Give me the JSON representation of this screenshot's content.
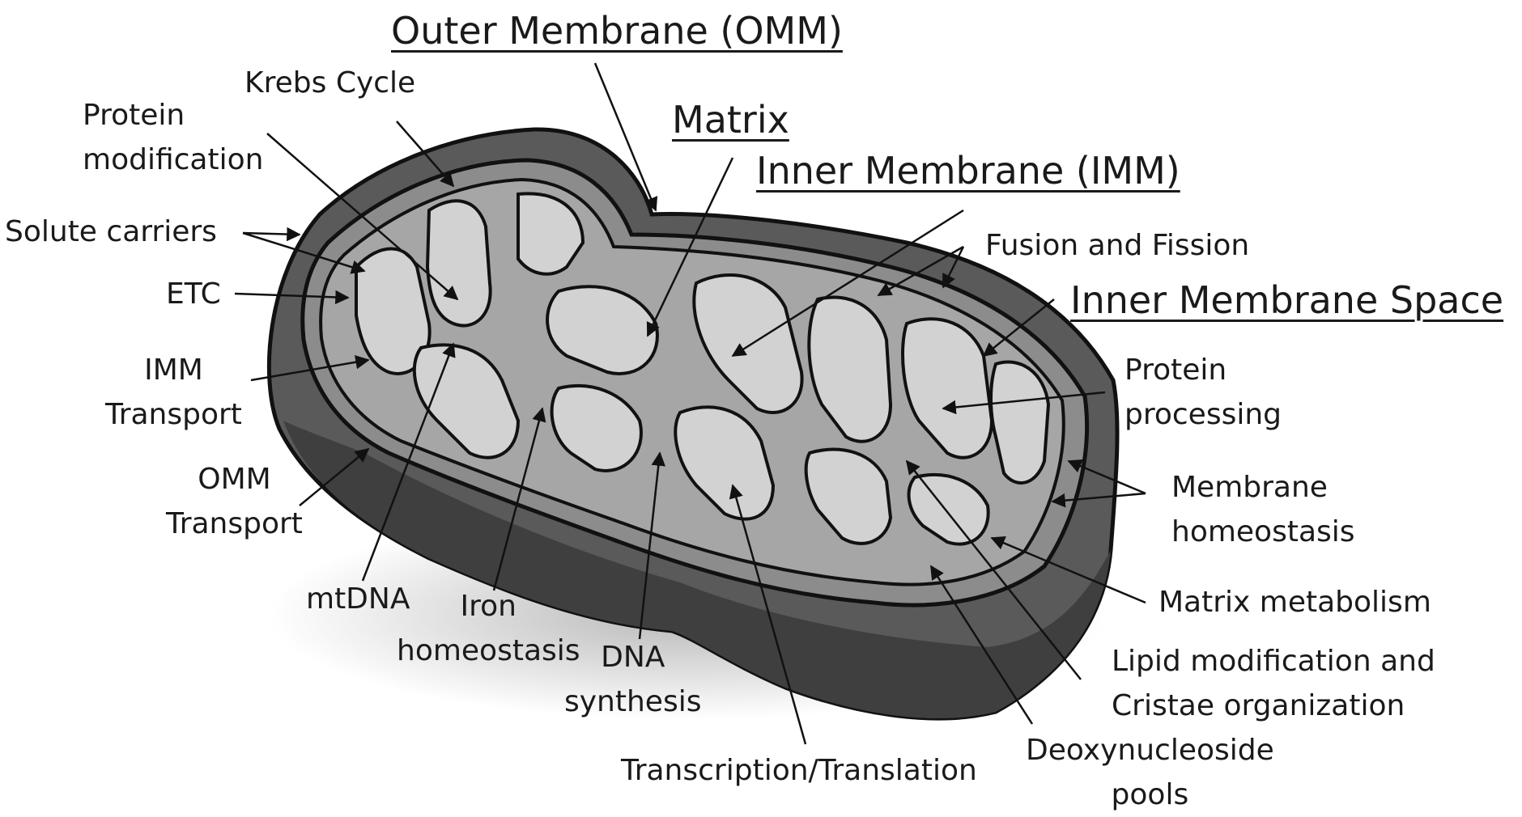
{
  "headings": {
    "outer_membrane": "Outer Membrane (OMM)",
    "matrix": "Matrix",
    "inner_membrane": "Inner Membrane (IMM)",
    "inner_membrane_space": "Inner Membrane Space"
  },
  "labels": {
    "krebs_cycle": "Krebs Cycle",
    "protein_modification": [
      "Protein",
      "modification"
    ],
    "solute_carriers": "Solute carriers",
    "etc": "ETC",
    "imm_transport": [
      "IMM",
      "Transport"
    ],
    "omm_transport": [
      "OMM",
      "Transport"
    ],
    "mtdna": "mtDNA",
    "iron_homeostasis": [
      "Iron",
      "homeostasis"
    ],
    "dna_synthesis": [
      "DNA",
      "synthesis"
    ],
    "transcription_translation": "Transcription/Translation",
    "fusion_fission": "Fusion and Fission",
    "protein_processing": [
      "Protein",
      "processing"
    ],
    "membrane_homeostasis": [
      "Membrane",
      "homeostasis"
    ],
    "matrix_metabolism": "Matrix metabolism",
    "lipid_modification": [
      "Lipid modification and",
      "Cristae organization"
    ],
    "deoxynucleoside_pools": [
      "Deoxynucleoside",
      "pools"
    ]
  },
  "colors": {
    "outer_shell": "#595959",
    "shell_dark": "#3d3d3d",
    "inner_membrane_band": "#8c8c8c",
    "matrix": "#a6a6a6",
    "cristae": "#d2d2d2",
    "outline": "#111111",
    "arrow": "#111111"
  }
}
